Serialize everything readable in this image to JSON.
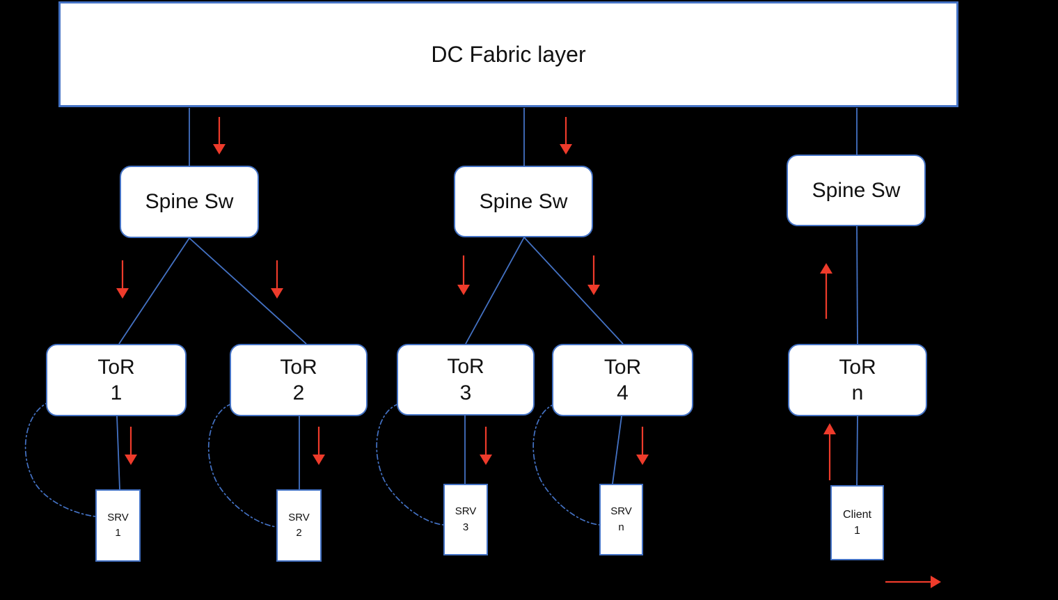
{
  "colors": {
    "accent-blue": "#4472C4",
    "arrow-red": "#EE3B2B",
    "box-fill": "#FFFFFF",
    "text-dark": "#111111",
    "background": "#000000"
  },
  "fabric": {
    "label": "DC Fabric layer"
  },
  "spines": [
    {
      "label": "Spine Sw"
    },
    {
      "label": "Spine Sw"
    },
    {
      "label": "Spine Sw"
    }
  ],
  "tors": [
    {
      "title": "ToR",
      "id": "1"
    },
    {
      "title": "ToR",
      "id": "2"
    },
    {
      "title": "ToR",
      "id": "3"
    },
    {
      "title": "ToR",
      "id": "4"
    },
    {
      "title": "ToR",
      "id": "n"
    }
  ],
  "servers": [
    {
      "title": "SRV",
      "id": "1"
    },
    {
      "title": "SRV",
      "id": "2"
    },
    {
      "title": "SRV",
      "id": "3"
    },
    {
      "title": "SRV",
      "id": "n"
    }
  ],
  "client": {
    "title": "Client",
    "id": "1"
  }
}
